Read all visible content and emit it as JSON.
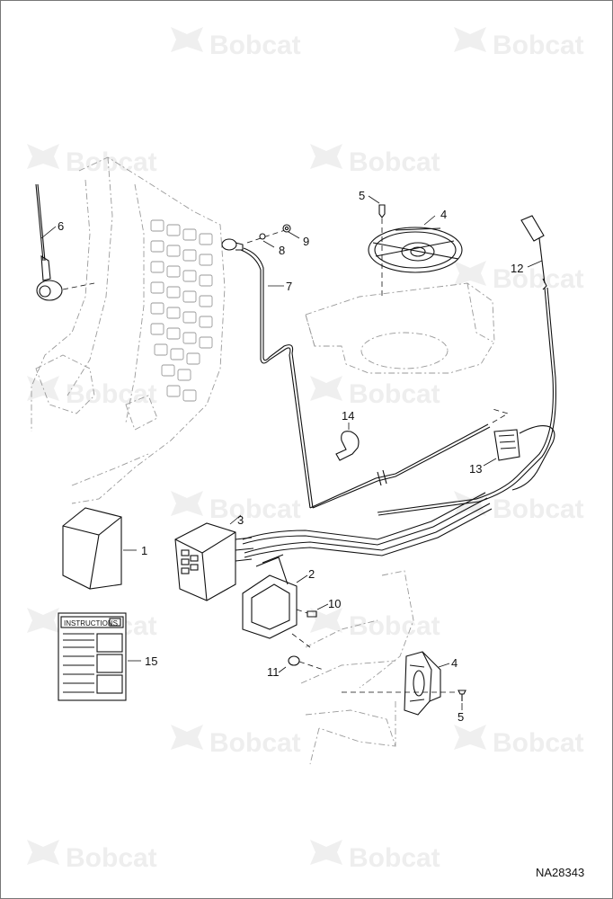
{
  "watermark": {
    "text": "Bobcat"
  },
  "callouts": {
    "c1": "1",
    "c2": "2",
    "c3": "3",
    "c4a": "4",
    "c4b": "4",
    "c5a": "5",
    "c5b": "5",
    "c6": "6",
    "c7": "7",
    "c8": "8",
    "c9": "9",
    "c10": "10",
    "c11": "11",
    "c12": "12",
    "c13": "13",
    "c14": "14",
    "c15": "15"
  },
  "instructions_label": "INSTRUCTIONS",
  "reference_number": "NA28343"
}
